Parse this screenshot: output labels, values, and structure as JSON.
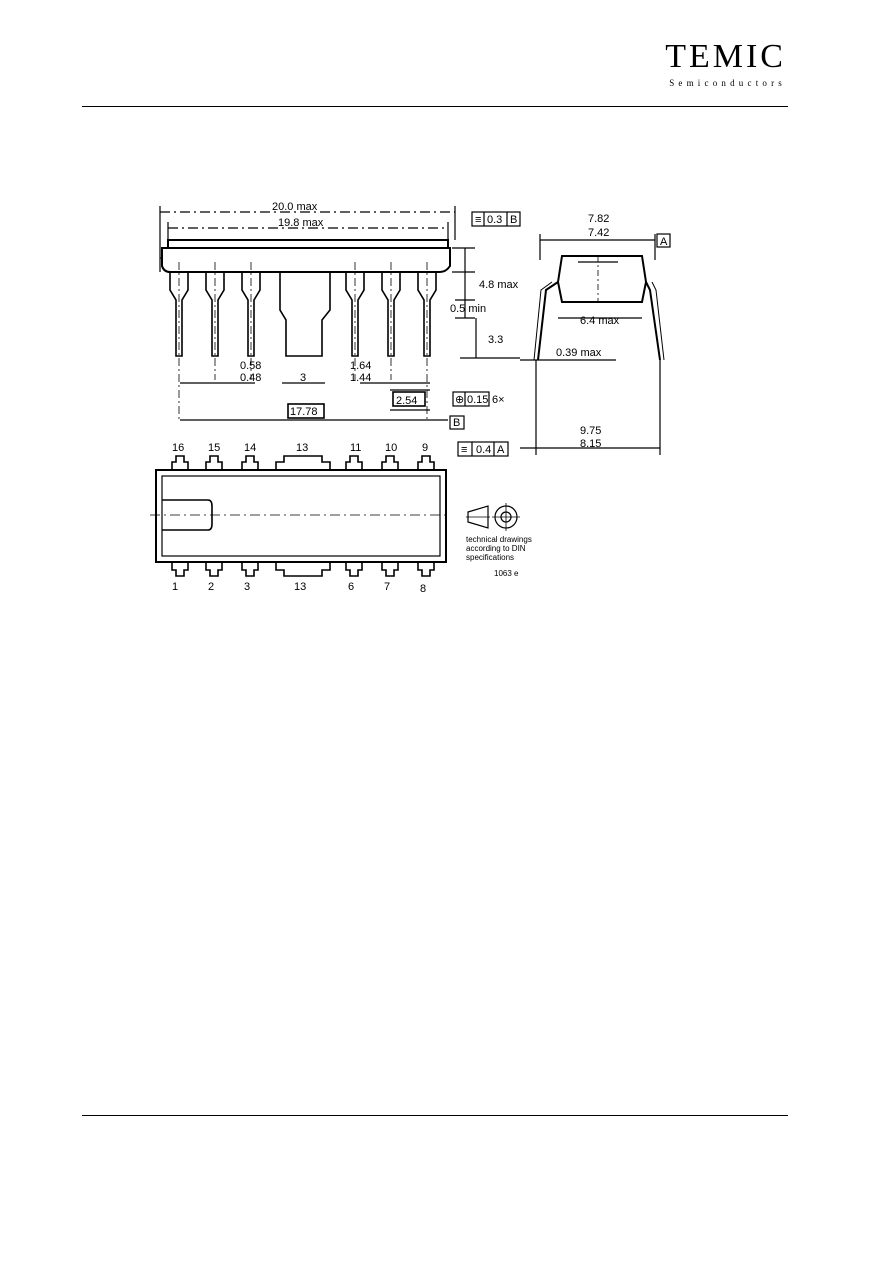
{
  "header": {
    "brand": "TEMIC",
    "sub": "Semiconductors"
  },
  "front_view": {
    "dims": [
      "20.0 max",
      "19.8 max",
      "4.8 max",
      "0.5 min",
      "3.3",
      "0.58",
      "0.48",
      "3",
      "1.64",
      "1.44",
      "2.54",
      "17.78"
    ],
    "tol_frame_top": [
      "≡",
      "0.3",
      "B"
    ],
    "tol_frame_pos": [
      "⊕",
      "0.15",
      "6×"
    ],
    "datum_b": "B"
  },
  "side_view": {
    "dims": [
      "7.82",
      "7.42",
      "6.4 max",
      "0.39 max",
      "9.75",
      "8.15"
    ],
    "datum_a": "A",
    "tol_frame": [
      "≡",
      "0.4",
      "A"
    ]
  },
  "top_view": {
    "pins_top": [
      "16",
      "15",
      "14",
      "13",
      "11",
      "10",
      "9"
    ],
    "pins_bottom": [
      "1",
      "2",
      "3",
      "13",
      "6",
      "7",
      "8"
    ]
  },
  "note": {
    "lines": [
      "technical drawings",
      "according to DIN",
      "specifications"
    ],
    "code": "1063 e"
  }
}
